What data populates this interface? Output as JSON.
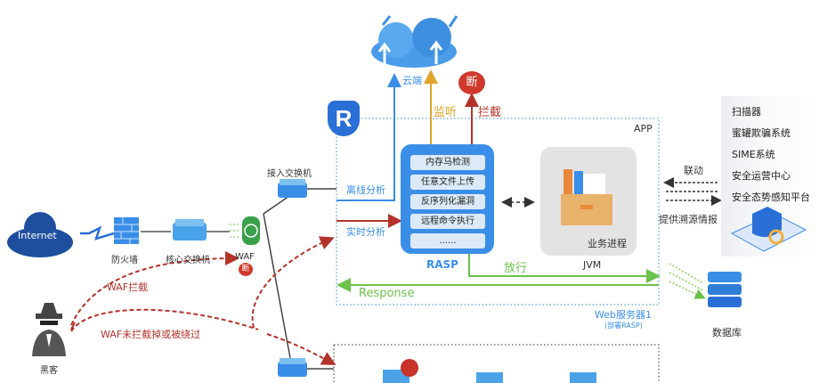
{
  "cloud": {
    "label": "云端"
  },
  "flows": {
    "monitor": "监听",
    "intercept": "拦截",
    "block_badge": "断",
    "offline": "离线分析",
    "realtime": "实时分析",
    "pass": "放行",
    "response": "Response"
  },
  "app_box": {
    "label": "APP",
    "server": "Web服务器1",
    "server_note": "(部署RASP)"
  },
  "rasp": {
    "label": "RASP",
    "items": [
      "内存马检测",
      "任意文件上传",
      "反序列化漏洞",
      "远程命令执行",
      "......"
    ]
  },
  "jvm": {
    "label": "JVM",
    "process": "业务进程"
  },
  "network": {
    "internet": "Internet",
    "firewall": "防火墙",
    "core_switch": "核心交换机",
    "waf": "WAF",
    "access_switch": "接入交换机",
    "hacker": "黑客",
    "waf_block": "WAF拦截",
    "waf_bypass": "WAF未拦截掉或被绕过"
  },
  "linkage": {
    "label": "联动",
    "intel": "提供溯源情报"
  },
  "platforms": [
    "扫描器",
    "蜜罐欺骗系统",
    "SIME系统",
    "安全运营中心",
    "安全态势感知平台"
  ],
  "database": {
    "label": "数据库"
  },
  "colors": {
    "blue": "#3a8ee8",
    "red": "#b3332a",
    "yellow": "#e0a52a",
    "green": "#6cc24a"
  }
}
